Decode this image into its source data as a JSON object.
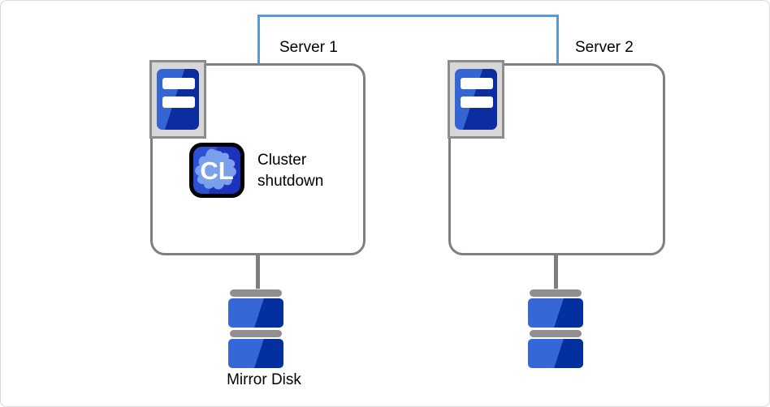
{
  "diagram": {
    "type": "cluster-architecture",
    "servers": [
      {
        "label": "Server 1",
        "icon": "server-tower-icon",
        "status": {
          "icon_text": "CL",
          "label": "Cluster shutdown"
        },
        "disk": {
          "label": "Mirror Disk",
          "icon": "mirror-disk-icon"
        }
      },
      {
        "label": "Server 2",
        "icon": "server-tower-icon",
        "disk": {
          "label": "",
          "icon": "mirror-disk-icon"
        }
      }
    ],
    "interconnect": {
      "style": "bracket",
      "color": "#5B9BD5"
    },
    "colors": {
      "interconnect_blue": "#5B9BD5",
      "box_border_gray": "#7F7F7F",
      "icon_frame_gray": "#8C8C8C",
      "icon_blue_light": "#3564D3",
      "icon_blue_dark": "#0C2D9F",
      "disk_blue_light": "#3667D6",
      "disk_blue_dark": "#042F9E",
      "disk_bar_gray": "#8F8F8F",
      "cl_badge_blue_light": "#2B50D2",
      "cl_badge_blue_dark": "#1D32BC",
      "cl_blob_blue": "#7AA0EC"
    }
  }
}
